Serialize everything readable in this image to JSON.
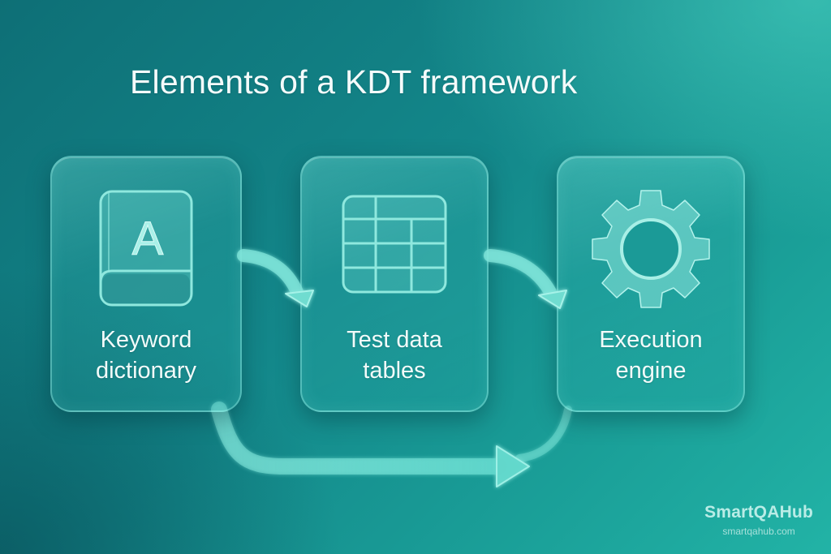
{
  "title": "Elements of a KDT framework",
  "cards": [
    {
      "id": "keyword-dictionary",
      "icon": "book-letter-a-icon",
      "icon_letter": "A",
      "label_lines": [
        "Keyword",
        "dictionary"
      ]
    },
    {
      "id": "test-data-tables",
      "icon": "table-grid-icon",
      "label_lines": [
        "Test data",
        "tables"
      ]
    },
    {
      "id": "execution-engine",
      "icon": "gear-icon",
      "label_lines": [
        "Execution",
        "engine"
      ]
    }
  ],
  "connectors": [
    {
      "from": "keyword-dictionary",
      "to": "test-data-tables",
      "style": "curved-arrow"
    },
    {
      "from": "test-data-tables",
      "to": "execution-engine",
      "style": "curved-arrow"
    },
    {
      "from": "keyword-dictionary",
      "to": "execution-engine",
      "style": "loop-arrow-bottom"
    }
  ],
  "brand": {
    "name": "Smart QA Hub",
    "name_display": "SmartQAHub",
    "url": "smartqahub.com"
  },
  "colors": {
    "background_dark": "#0e6f76",
    "background_light": "#22b3a6",
    "card_border": "#96f0e6",
    "text": "#f2fbfa",
    "brand_text": "#b9ece6"
  }
}
